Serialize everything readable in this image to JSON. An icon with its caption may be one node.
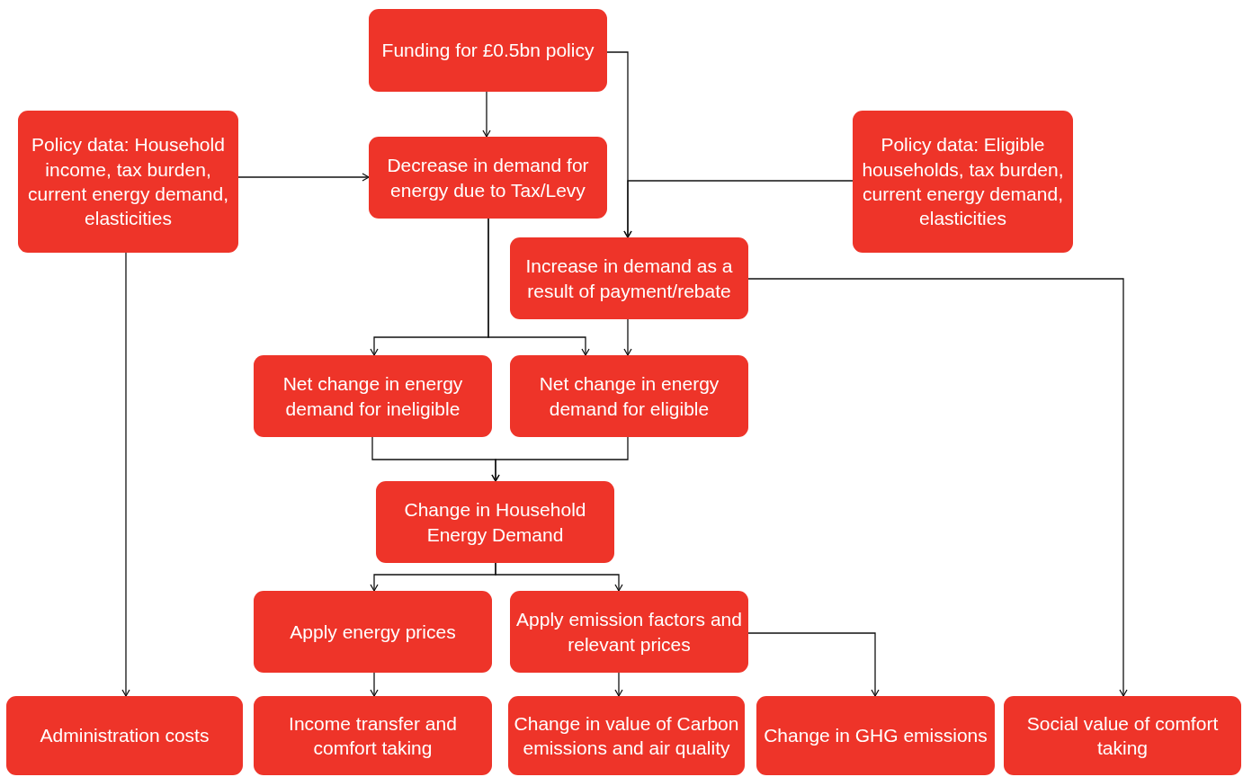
{
  "diagram": {
    "nodes": [
      {
        "text": [
          "Funding for £0.5bn policy"
        ]
      },
      {
        "text": [
          "Policy data: Household income, tax burden, current energy demand, elasticities"
        ]
      },
      {
        "text": [
          "Decrease in demand for energy due to Tax/Levy"
        ]
      },
      {
        "text": [
          "Policy data: Eligible households, tax burden, current energy demand, elasticities"
        ]
      },
      {
        "text": [
          "Increase in demand as a result of payment/rebate"
        ]
      },
      {
        "text": [
          "Net change in energy demand for ineligible"
        ]
      },
      {
        "text": [
          "Net change in energy demand for eligible"
        ]
      },
      {
        "text": [
          "Change in Household Energy Demand"
        ]
      },
      {
        "text": [
          "Apply energy prices"
        ]
      },
      {
        "text": [
          "Apply emission factors and relevant prices"
        ]
      },
      {
        "text": [
          "Administration costs"
        ]
      },
      {
        "text": [
          "Income transfer and comfort taking"
        ]
      },
      {
        "text": [
          "Change in value of Carbon emissions and air quality"
        ]
      },
      {
        "text": [
          "Change in GHG emissions"
        ]
      },
      {
        "text": [
          "Social value of comfort taking"
        ]
      }
    ],
    "edges": [
      {
        "from": 0,
        "to": 2,
        "arrow": "to"
      },
      {
        "from": 0,
        "to": 4,
        "arrow": "to"
      },
      {
        "from": 3,
        "to": 4,
        "arrow": "to"
      },
      {
        "from": 1,
        "to": 2,
        "arrow": "to"
      },
      {
        "from": 1,
        "to": 10,
        "arrow": "to"
      },
      {
        "from": 2,
        "to": 5,
        "arrow": "to"
      },
      {
        "from": 2,
        "to": 6,
        "arrow": "to"
      },
      {
        "from": 4,
        "to": 6,
        "arrow": "to"
      },
      {
        "from": 4,
        "to": 14,
        "arrow": "to"
      },
      {
        "from": 5,
        "to": 7,
        "arrow": "to"
      },
      {
        "from": 6,
        "to": 7,
        "arrow": "to"
      },
      {
        "from": 7,
        "to": 8,
        "arrow": "to"
      },
      {
        "from": 7,
        "to": 9,
        "arrow": "to"
      },
      {
        "from": 8,
        "to": 11,
        "arrow": "to"
      },
      {
        "from": 9,
        "to": 12,
        "arrow": "to"
      },
      {
        "from": 9,
        "to": 13,
        "arrow": "to"
      }
    ]
  }
}
